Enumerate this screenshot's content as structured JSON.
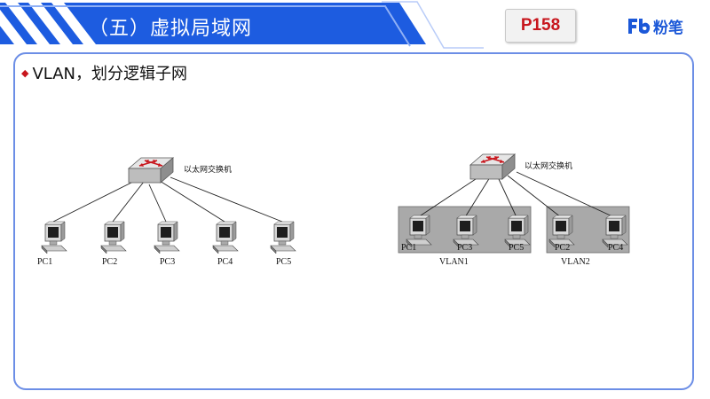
{
  "header": {
    "title": "（五）虚拟局域网",
    "page_number": "P158",
    "brand_name": "粉笔",
    "colors": {
      "title_bar": "#1d5ce0",
      "accent_light": "#8fb0f5",
      "page_number": "#c8161d",
      "brand": "#1b58d8",
      "panel_border": "#6c8ee6"
    }
  },
  "content": {
    "bullet_text": "VLAN，划分逻辑子网"
  },
  "diagram_left": {
    "switch_label": "以太网交换机",
    "pcs": [
      "PC1",
      "PC2",
      "PC3",
      "PC4",
      "PC5"
    ]
  },
  "diagram_right": {
    "switch_label": "以太网交换机",
    "vlans": [
      {
        "name": "VLAN1",
        "pcs": [
          "PC1",
          "PC3",
          "PC5"
        ]
      },
      {
        "name": "VLAN2",
        "pcs": [
          "PC2",
          "PC4"
        ]
      }
    ]
  }
}
